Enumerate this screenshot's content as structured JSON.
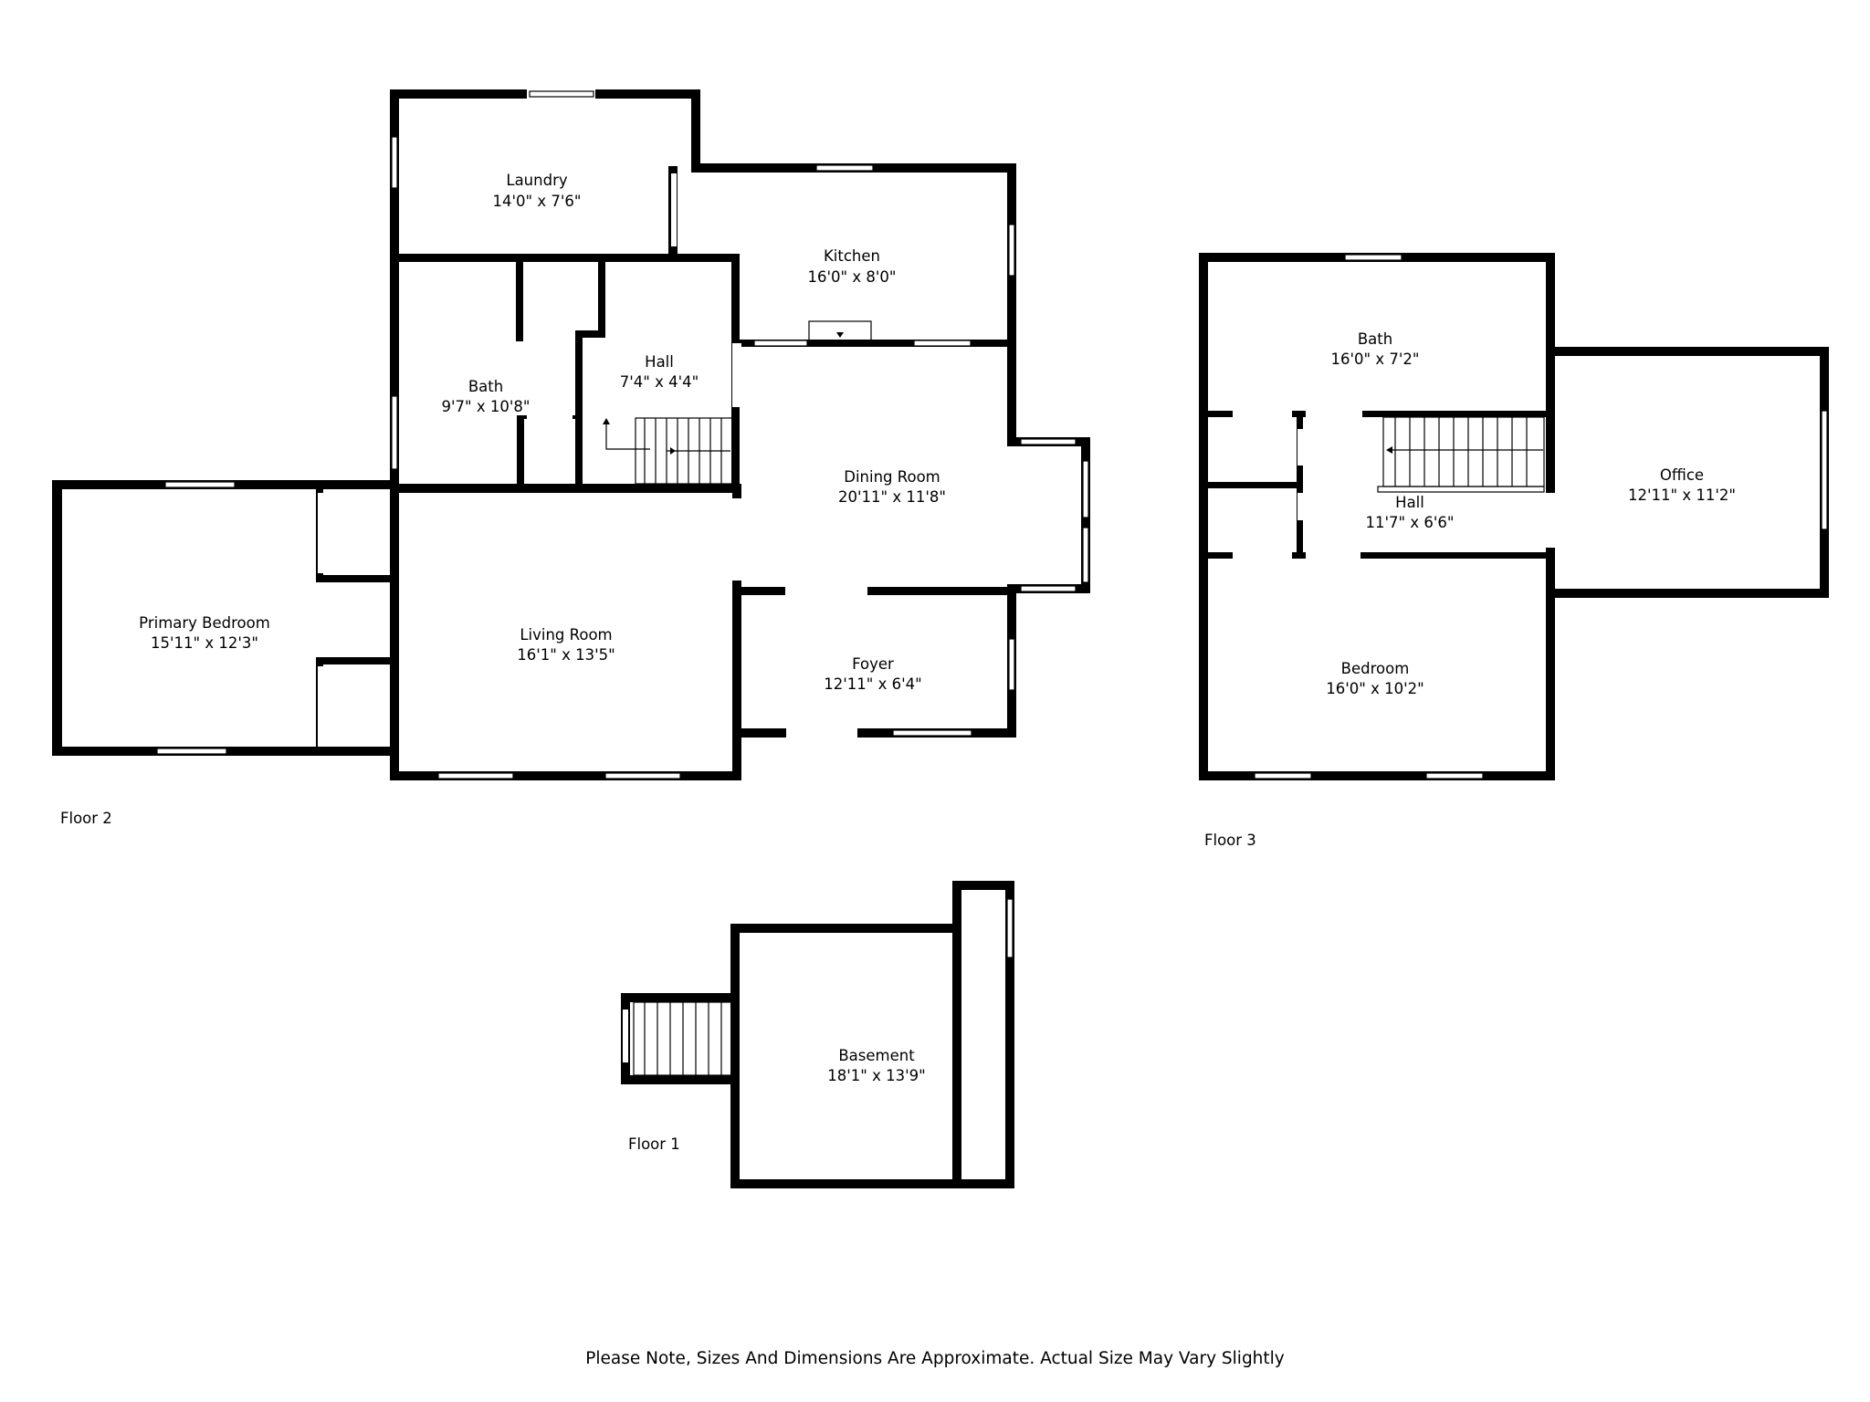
{
  "floors": {
    "floor2": {
      "label": "Floor 2",
      "rooms": {
        "laundry": {
          "name": "Laundry",
          "dim": "14'0\" x 7'6\""
        },
        "kitchen": {
          "name": "Kitchen",
          "dim": "16'0\" x 8'0\""
        },
        "bath": {
          "name": "Bath",
          "dim": "9'7\" x 10'8\""
        },
        "hall": {
          "name": "Hall",
          "dim": "7'4\" x 4'4\""
        },
        "dining_room": {
          "name": "Dining Room",
          "dim": "20'11\" x 11'8\""
        },
        "primary_bedroom": {
          "name": "Primary Bedroom",
          "dim": "15'11\" x 12'3\""
        },
        "living_room": {
          "name": "Living Room",
          "dim": "16'1\" x 13'5\""
        },
        "foyer": {
          "name": "Foyer",
          "dim": "12'11\" x 6'4\""
        }
      }
    },
    "floor3": {
      "label": "Floor 3",
      "rooms": {
        "bath": {
          "name": "Bath",
          "dim": "16'0\" x 7'2\""
        },
        "office": {
          "name": "Office",
          "dim": "12'11\" x 11'2\""
        },
        "hall": {
          "name": "Hall",
          "dim": "11'7\" x 6'6\""
        },
        "bedroom": {
          "name": "Bedroom",
          "dim": "16'0\" x 10'2\""
        }
      }
    },
    "floor1": {
      "label": "Floor 1",
      "rooms": {
        "basement": {
          "name": "Basement",
          "dim": "18'1\" x 13'9\""
        }
      }
    }
  },
  "note": "Please Note, Sizes And Dimensions Are Approximate. Actual Size May Vary Slightly",
  "colors": {
    "wall": "#000000",
    "background": "#ffffff"
  }
}
